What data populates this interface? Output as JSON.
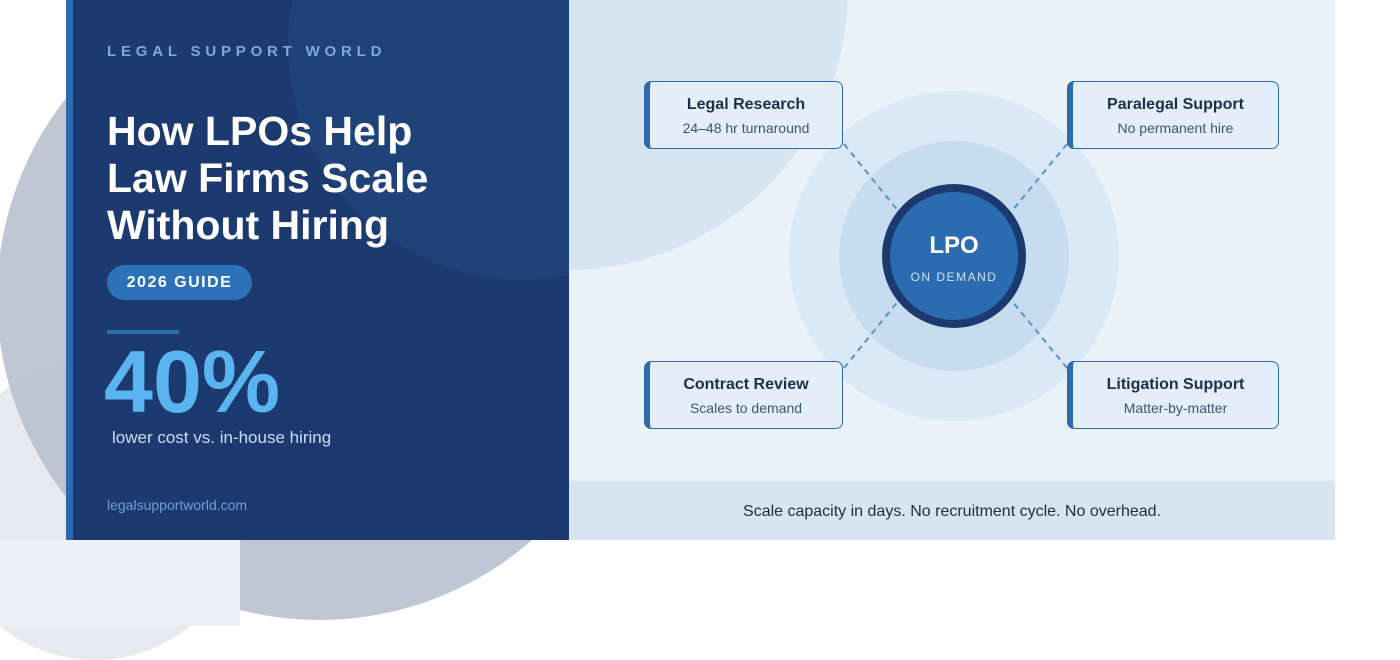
{
  "brand": "LEGAL SUPPORT WORLD",
  "headline": [
    "How LPOs Help",
    "Law Firms Scale",
    "Without Hiring"
  ],
  "badge": "2026 GUIDE",
  "stat": {
    "value": "40%",
    "caption": "lower cost vs. in-house hiring"
  },
  "website": "legalsupportworld.com",
  "hub": {
    "title": "LPO",
    "subtitle": "ON DEMAND"
  },
  "services": [
    {
      "title": "Legal Research",
      "subtitle": "24–48 hr turnaround"
    },
    {
      "title": "Paralegal Support",
      "subtitle": "No permanent hire"
    },
    {
      "title": "Contract Review",
      "subtitle": "Scales to demand"
    },
    {
      "title": "Litigation Support",
      "subtitle": "Matter-by-matter"
    }
  ],
  "footer": "Scale capacity in days. No recruitment cycle. No overhead.",
  "colors": {
    "navy": "#1c3a70",
    "accent_blue": "#2b6cb0",
    "stat_blue": "#5ab4f0",
    "light_panel": "#e9f1f9"
  }
}
